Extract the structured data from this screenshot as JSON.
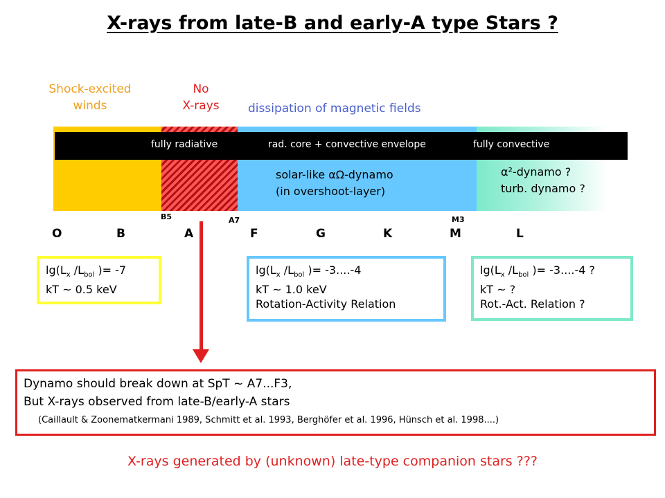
{
  "title": "X-rays from late-B and early-A type Stars ?",
  "labels": {
    "shock_line1": "Shock-excited",
    "shock_line2": "winds",
    "no_line1": "No",
    "no_line2": "X-rays",
    "dissipation": "dissipation of magnetic fields"
  },
  "bar": {
    "fully_radiative": "fully radiative",
    "rad_core": "rad. core + convective envelope",
    "fully_convective": "fully convective"
  },
  "band_text": {
    "solar_line1": "solar-like αΩ-dynamo",
    "solar_line2": "(in overshoot-layer)",
    "alpha_line1": "α²-dynamo ?",
    "alpha_line2": "turb. dynamo ?"
  },
  "markers": {
    "b5": "B5",
    "a7": "A7",
    "m3": "M3"
  },
  "spectral_types": [
    "O",
    "B",
    "A",
    "F",
    "G",
    "K",
    "M",
    "L"
  ],
  "boxes": {
    "early": {
      "lg_pre": "lg(L",
      "x": "x",
      "mid": " /L",
      "bol": "bol",
      "value": " )= -7",
      "kt": "kT ~ 0.5 keV"
    },
    "solar": {
      "lg_pre": "lg(L",
      "x": "x",
      "mid": " /L",
      "bol": "bol",
      "value": " )= -3....-4",
      "kt": "kT ~ 1.0 keV",
      "relation": "Rotation-Activity Relation"
    },
    "late": {
      "lg_pre": "lg(L",
      "x": "x",
      "mid": " /L",
      "bol": "bol",
      "value": " )= -3....-4 ?",
      "kt": "kT ~ ?",
      "relation": "Rot.-Act. Relation ?"
    }
  },
  "red_box": {
    "line1": "Dynamo should break down at SpT ~ A7...F3,",
    "line2": "But X-rays observed from late-B/early-A stars",
    "refs": "(Caillault & Zoonematkermani 1989, Schmitt et al. 1993, Berghöfer et al. 1996, Hünsch et al. 1998....)"
  },
  "conclusion": "X-rays generated by (unknown) late-type companion stars ???",
  "colors": {
    "yellow_band": "#ffcc00",
    "hatch": "#e02020",
    "blue_band": "#66c8ff",
    "teal_band": "#7ee9c9",
    "accent_red": "#e02020"
  }
}
